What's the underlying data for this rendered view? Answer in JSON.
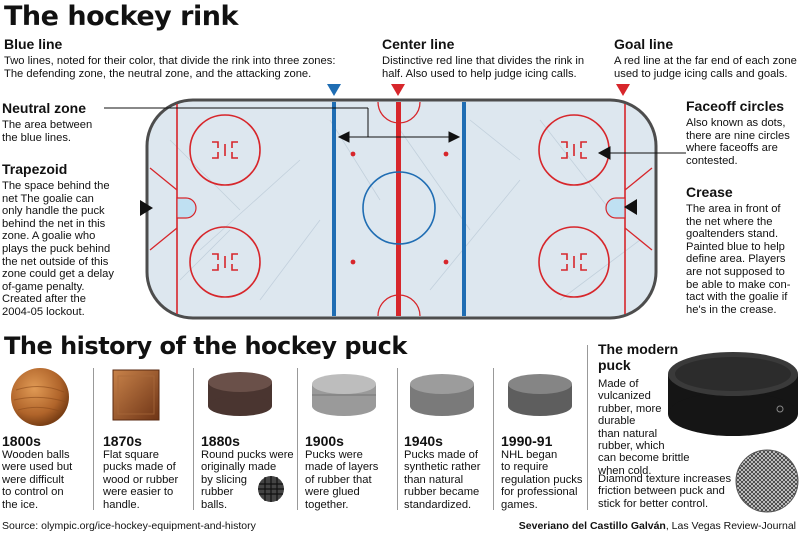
{
  "title": "The hockey rink",
  "labels": {
    "blue_line": {
      "title": "Blue line",
      "text": [
        "Two lines, noted for their color, that divide the rink into three zones:",
        "The defending zone, the neutral zone, and the attacking zone."
      ]
    },
    "center_line": {
      "title": "Center line",
      "text": [
        "Distinctive red line that divides the rink in",
        "half. Also used to help judge icing calls."
      ]
    },
    "goal_line": {
      "title": "Goal line",
      "text": [
        "A red line at the far end of each zone",
        "used to judge icing calls and goals."
      ]
    },
    "neutral_zone": {
      "title": "Neutral zone",
      "text": [
        "The area between",
        "the blue lines."
      ]
    },
    "trapezoid": {
      "title": "Trapezoid",
      "text": [
        "The space behind the",
        "net The goalie can",
        "only handle the puck",
        "behind the net in this",
        "zone. A goalie who",
        "plays the puck behind",
        "the net outside of this",
        "zone could get a delay",
        "of-game penalty.",
        "Created after the",
        "2004-05 lockout."
      ]
    },
    "faceoff_circles": {
      "title": "Faceoff circles",
      "text": [
        "Also known as dots,",
        "there are nine circles",
        "where faceoffs are",
        "contested."
      ]
    },
    "crease": {
      "title": "Crease",
      "text": [
        "The area in front of",
        "the net where the",
        "goaltenders stand.",
        "Painted blue to help",
        "define area. Players",
        "are not supposed to",
        "be able to make con-",
        "tact with the goalie if",
        "he's in the crease."
      ]
    }
  },
  "history": {
    "title": "The history of the hockey puck",
    "eras": [
      {
        "year": "1800s",
        "text": [
          "Wooden balls",
          "were used but",
          "were difficult",
          "to control on",
          "the ice."
        ]
      },
      {
        "year": "1870s",
        "text": [
          "Flat square",
          "pucks made of",
          "wood or rubber",
          "were easier to",
          "handle."
        ]
      },
      {
        "year": "1880s",
        "text": [
          "Round pucks were",
          "originally made",
          "by slicing",
          "rubber",
          "balls."
        ]
      },
      {
        "year": "1900s",
        "text": [
          "Pucks were",
          "made of layers",
          "of rubber that",
          "were glued",
          "together."
        ]
      },
      {
        "year": "1940s",
        "text": [
          "Pucks made of",
          "synthetic rather",
          "than natural",
          "rubber became",
          "standardized."
        ]
      },
      {
        "year": "1990-91",
        "text": [
          "NHL began",
          "to require",
          "regulation pucks",
          "for professional",
          "games."
        ]
      }
    ],
    "modern": {
      "title": [
        "The modern",
        "puck"
      ],
      "text": [
        "Made of",
        "vulcanized",
        "rubber, more",
        "durable",
        "than natural",
        "rubber, which",
        "can become brittle",
        "when cold."
      ],
      "diamond": [
        "Diamond texture increases",
        "friction between puck and",
        "stick for better control."
      ]
    }
  },
  "footer": {
    "source": "Source: olympic.org/ice-hockey-equipment-and-history",
    "credit_name": "Severiano del Castillo Galván",
    "credit_org": ", Las Vegas Review-Journal"
  },
  "colors": {
    "red_line": "#d7262b",
    "blue_line": "#1f6db3",
    "ice": "#dde7ef"
  }
}
